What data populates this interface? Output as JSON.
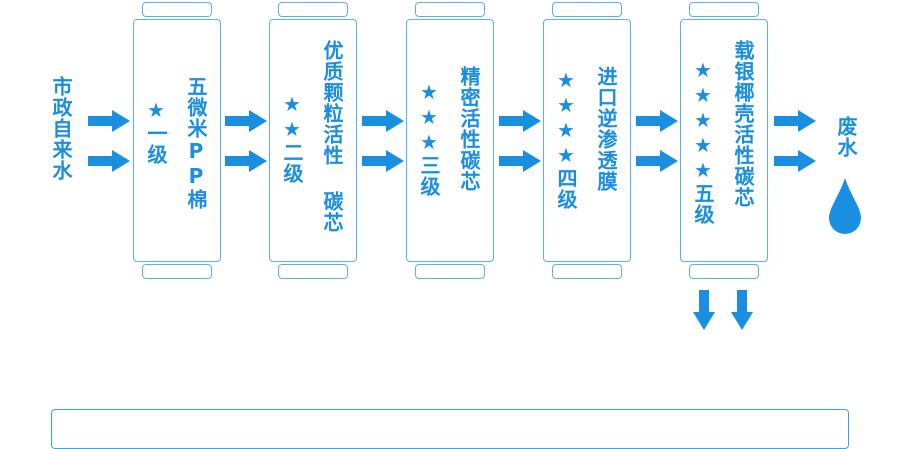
{
  "source_label": "市政自来水",
  "waste_label": "废水",
  "colors": {
    "primary": "#1a8ee0",
    "border": "#5cb0ea"
  },
  "stages": [
    {
      "stars": "★",
      "level": "一级",
      "name": "五微米PP棉"
    },
    {
      "stars": "★★",
      "level": "二级",
      "name": "优质颗粒活性 碳芯"
    },
    {
      "stars": "★★★",
      "level": "三级",
      "name": "精密活性碳芯"
    },
    {
      "stars": "★★★★",
      "level": "四级",
      "name": "进口逆渗透膜"
    },
    {
      "stars": "★★★★★",
      "level": "五级",
      "name": "载银椰壳活性碳芯"
    }
  ]
}
